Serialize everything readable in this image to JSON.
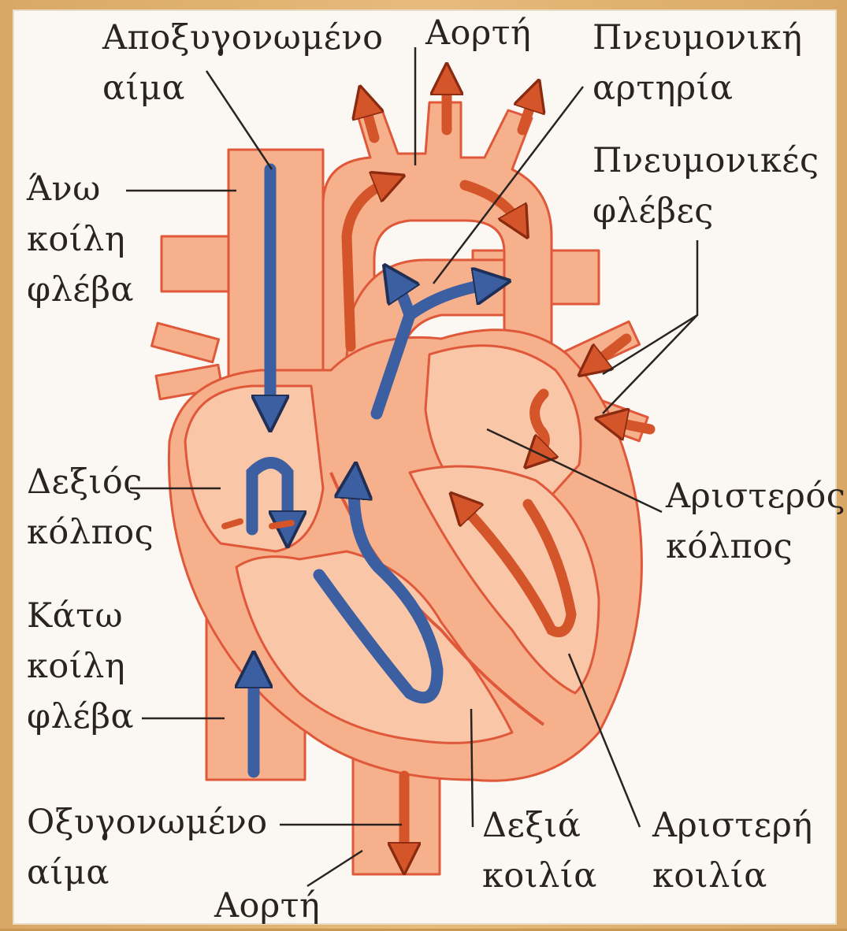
{
  "labels": {
    "deoxygenated_blood": "Αποξυγονωμένο\nαίμα",
    "aorta_top": "Αορτή",
    "pulmonary_artery": "Πνευμονική\nαρτηρία",
    "pulmonary_veins": "Πνευμονικές\nφλέβες",
    "superior_vena_cava": "Άνω\nκοίλη\nφλέβα",
    "right_atrium": "Δεξιός\nκόλπος",
    "left_atrium": "Αριστερός\nκόλπος",
    "inferior_vena_cava": "Κάτω\nκοίλη\nφλέβα",
    "oxygenated_blood": "Οξυγονωμένο\nαίμα",
    "aorta_bottom": "Αορτή",
    "right_ventricle": "Δεξιά\nκοιλία",
    "left_ventricle": "Αριστερή\nκοιλία"
  },
  "colors": {
    "tissue": "#f6b08c",
    "tissue_light": "#f9c6a8",
    "outline": "#e0583a",
    "deoxygenated_arrow": "#3b5fa0",
    "oxygenated_arrow": "#c94a22",
    "leader_line": "#2a2320"
  }
}
